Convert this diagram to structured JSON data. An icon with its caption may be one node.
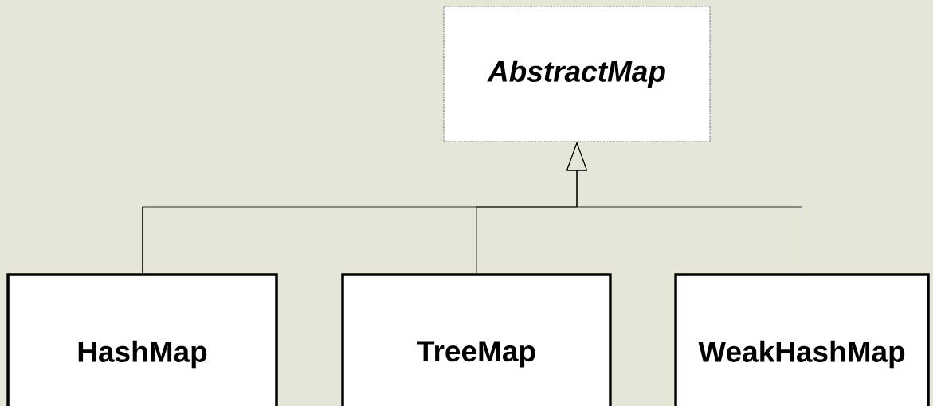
{
  "diagram": {
    "nodes": [
      {
        "text": [
          "AbstractMap"
        ]
      },
      {
        "text": [
          "HashMap"
        ]
      },
      {
        "text": [
          "TreeMap"
        ]
      },
      {
        "text": [
          "WeakHashMap"
        ]
      }
    ],
    "edges": [
      {
        "from": 1,
        "to": 0,
        "arrow": "to"
      },
      {
        "from": 2,
        "to": 0,
        "arrow": "to"
      },
      {
        "from": 3,
        "to": 0,
        "arrow": "to"
      }
    ]
  }
}
